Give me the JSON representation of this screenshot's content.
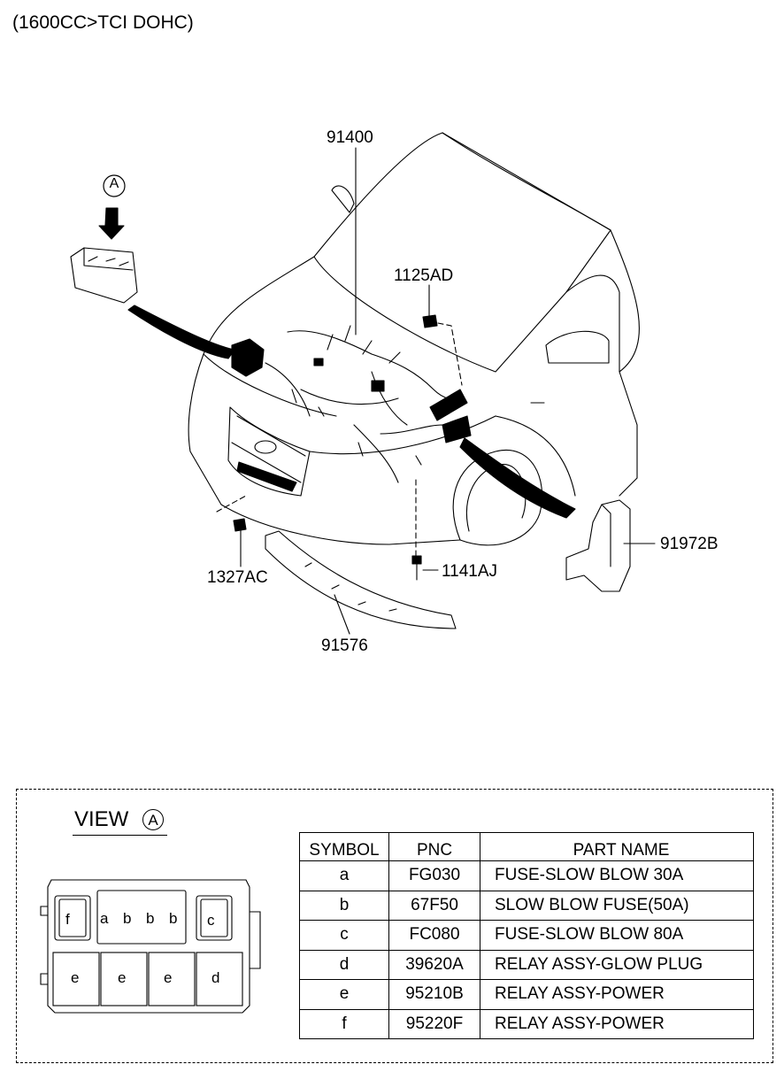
{
  "header": {
    "engine_variant": "(1600CC>TCI DOHC)"
  },
  "view_marker": {
    "letter": "A"
  },
  "callouts": {
    "p91400": "91400",
    "p1125AD": "1125AD",
    "p91972B": "91972B",
    "p1327AC": "1327AC",
    "p1141AJ": "1141AJ",
    "p91576": "91576"
  },
  "view_panel": {
    "title": "VIEW",
    "circle": "A",
    "box_slots": {
      "f": "f",
      "a": "a",
      "b1": "b",
      "b2": "b",
      "b3": "b",
      "c": "c",
      "e1": "e",
      "e2": "e",
      "e3": "e",
      "d": "d"
    }
  },
  "parts_table": {
    "headers": [
      "SYMBOL",
      "PNC",
      "PART NAME"
    ],
    "rows": [
      {
        "symbol": "a",
        "pnc": "FG030",
        "name": "FUSE-SLOW BLOW 30A"
      },
      {
        "symbol": "b",
        "pnc": "67F50",
        "name": "SLOW BLOW FUSE(50A)"
      },
      {
        "symbol": "c",
        "pnc": "FC080",
        "name": "FUSE-SLOW BLOW 80A"
      },
      {
        "symbol": "d",
        "pnc": "39620A",
        "name": "RELAY ASSY-GLOW PLUG"
      },
      {
        "symbol": "e",
        "pnc": "95210B",
        "name": "RELAY ASSY-POWER"
      },
      {
        "symbol": "f",
        "pnc": "95220F",
        "name": "RELAY ASSY-POWER"
      }
    ]
  }
}
